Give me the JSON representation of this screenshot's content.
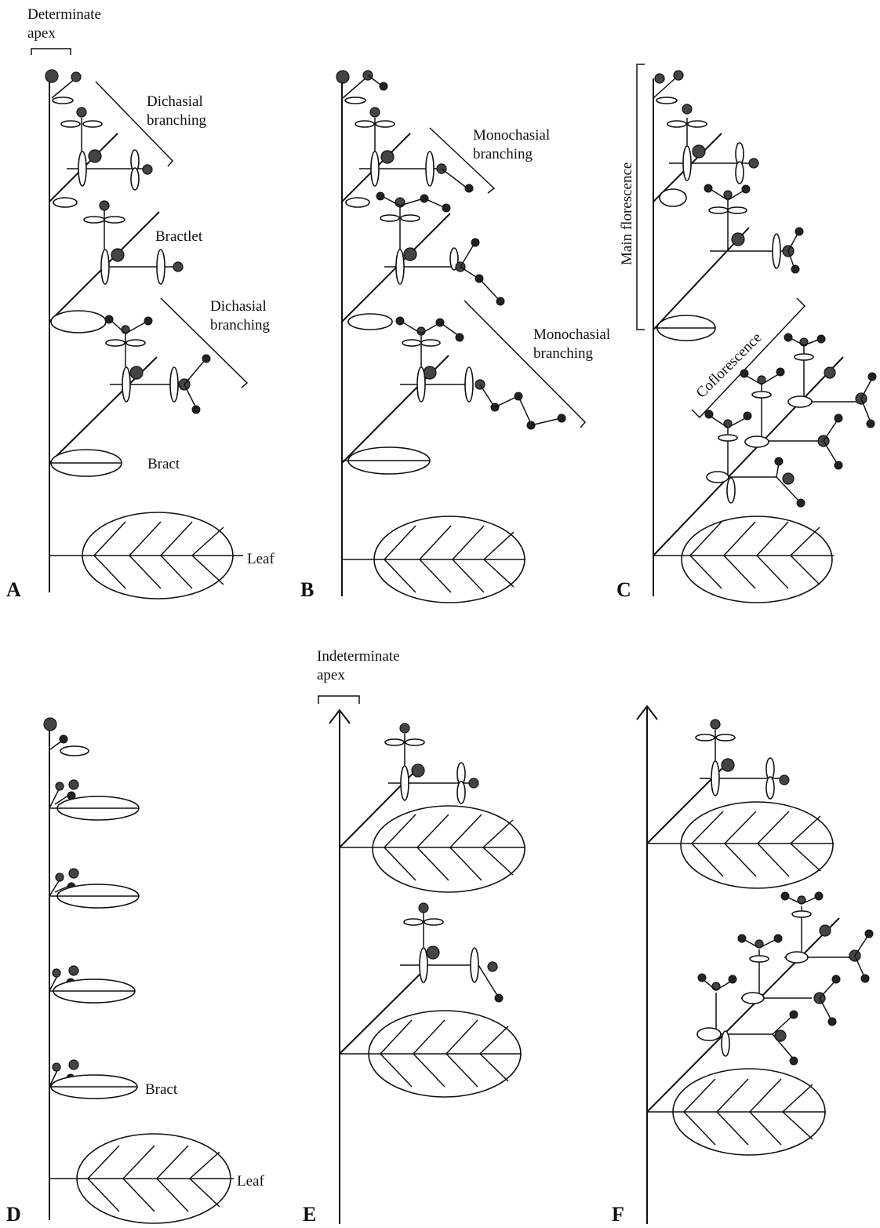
{
  "panels": {
    "A": {
      "letter": "A",
      "apex_label": "Determinate\napex",
      "dich1": "Dichasial\nbranching",
      "bractlet": "Bractlet",
      "dich2": "Dichasial\nbranching",
      "bract": "Bract",
      "leaf": "Leaf"
    },
    "B": {
      "letter": "B",
      "mono1": "Monochasial\nbranching",
      "mono2": "Monochasial\nbranching"
    },
    "C": {
      "letter": "C",
      "main": "Main florescence",
      "co": "Coflorescence"
    },
    "D": {
      "letter": "D",
      "bract": "Bract",
      "leaf": "Leaf"
    },
    "E": {
      "letter": "E",
      "apex_label": "Indeterminate\napex"
    },
    "F": {
      "letter": "F"
    }
  }
}
